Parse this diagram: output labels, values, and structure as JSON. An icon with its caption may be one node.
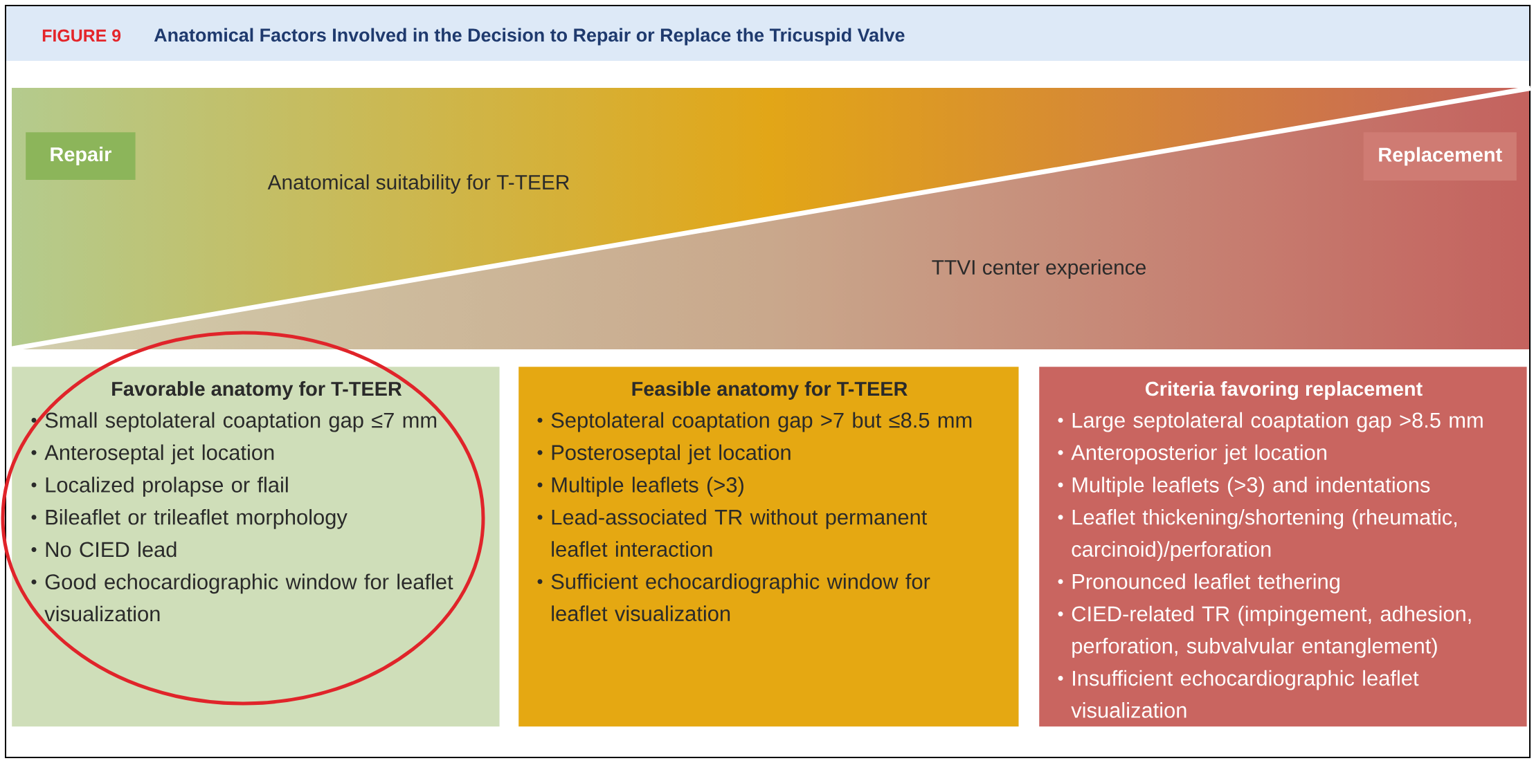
{
  "diagram": {
    "title": "Anatomical Factors Involved in the Decision to Repair or Replace the Tricuspid Valve",
    "nodes": [
      {
        "text": [
          "Anatomical suitability for T-TEER"
        ]
      },
      {
        "text": [
          "TTVI center experience"
        ]
      },
      {
        "text": [
          "Repair"
        ],
        "in": 0
      },
      {
        "text": [
          "Replacement"
        ],
        "in": 1
      },
      {
        "text": [
          "Favorable anatomy for T-TEER",
          "Small septolateral coaptation gap ≤7 mm",
          "Anteroseptal jet location",
          "Localized prolapse or flail",
          "Bileaflet or trileaflet morphology",
          "No CIED lead",
          "Good echocardiographic window for leaflet visualization"
        ]
      },
      {
        "text": [
          "Feasible anatomy for T-TEER",
          "Septolateral coaptation gap >7 but ≤8.5 mm",
          "Posteroseptal jet location",
          "Multiple leaflets (>3)",
          "Lead-associated TR without permanent leaflet interaction",
          "Sufficient echocardiographic window for leaflet visualization"
        ]
      },
      {
        "text": [
          "Criteria favoring replacement",
          "Large septolateral coaptation gap >8.5 mm",
          "Anteroposterior jet location",
          "Multiple leaflets (>3) and indentations",
          "Leaflet thickening/shortening (rheumatic, carcinoid)/perforation",
          "Pronounced leaflet tethering",
          "CIED-related TR (impingement, adhesion, perforation, subvalvular entanglement)",
          "Insufficient echocardiographic leaflet visualization"
        ]
      }
    ],
    "labels": [
      "FIGURE 9"
    ]
  }
}
